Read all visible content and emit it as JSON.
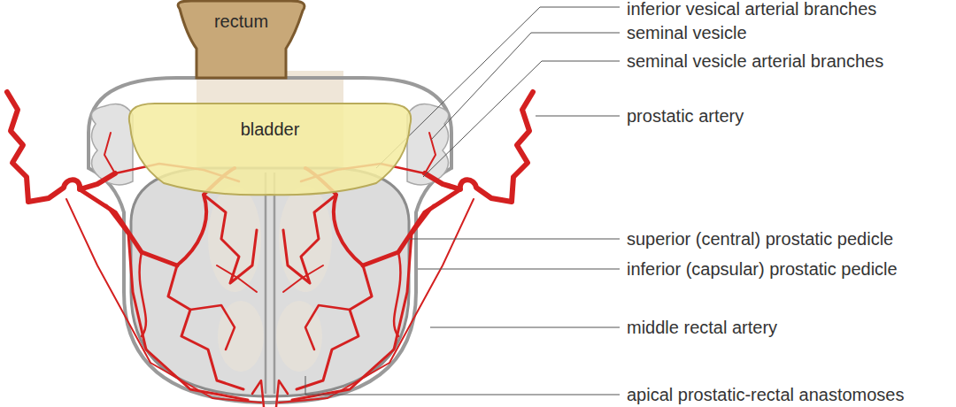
{
  "diagram": {
    "nodes": [
      {
        "text": [
          "rectum"
        ]
      },
      {
        "text": [
          "bladder"
        ]
      }
    ],
    "labels": [
      "inferior vesical arterial branches",
      "seminal vesicle",
      "seminal vesicle arterial branches",
      "prostatic artery",
      "superior (central) prostatic pedicle",
      "inferior (capsular) prostatic pedicle",
      "middle rectal artery",
      "apical prostatic-rectal anastomoses"
    ]
  }
}
